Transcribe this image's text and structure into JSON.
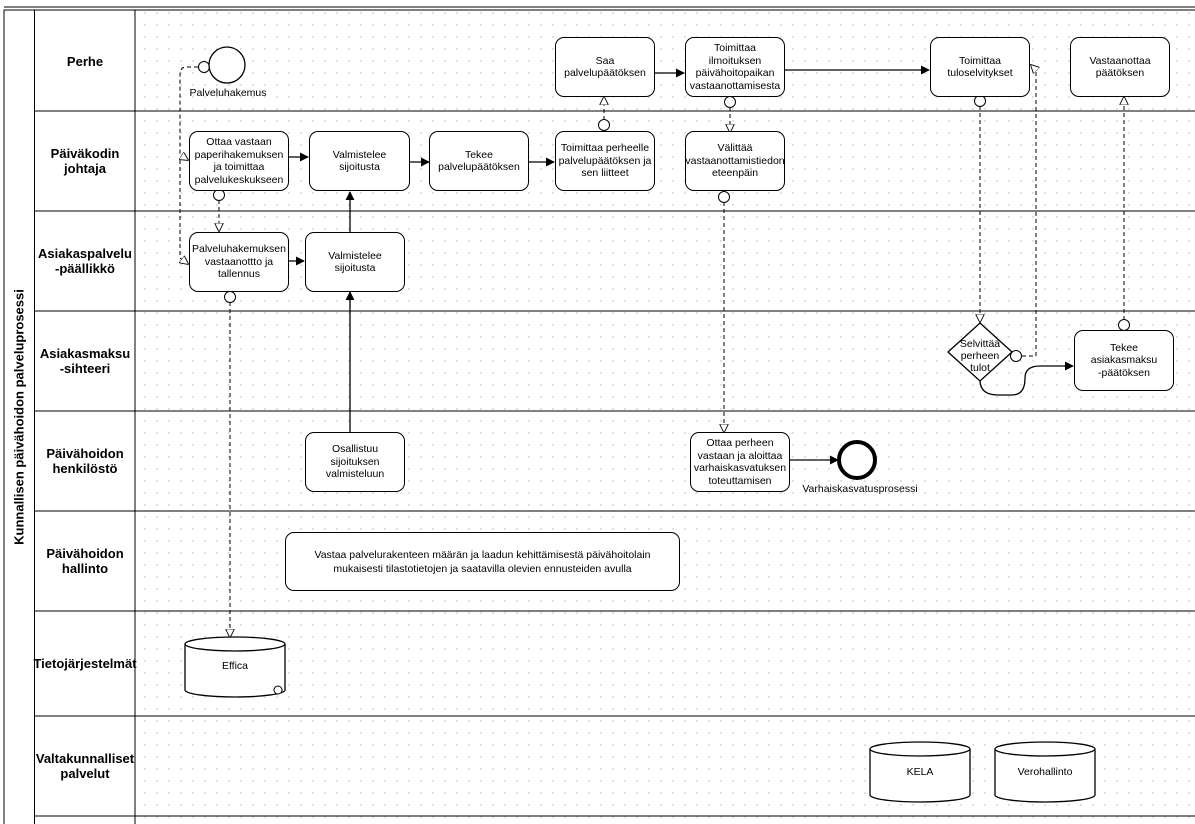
{
  "pool": {
    "title": "Kunnallisen päivähoidon palveluprosessi"
  },
  "lanes": [
    "Perhe",
    "Päiväkodin\njohtaja",
    "Asiakaspalvelu\n-päällikkö",
    "Asiakasmaksu\n-sihteeri",
    "Päivähoidon\nhenkilöstö",
    "Päivähoidon\nhallinto",
    "Tietojärjestelmät",
    "Valtakunnalliset\npalvelut"
  ],
  "events": {
    "start": "Palveluhakemus",
    "end": "Varhaiskasvatusprosessi"
  },
  "tasks": {
    "saa": "Saa\npalvelupäätöksen",
    "toimittaa_ilmoituksen": "Toimittaa\nilmoituksen\npäivähoitopaikan\nvastaanottamisesta",
    "toimittaa_tuloselvitykset": "Toimittaa\ntuloselvitykset",
    "vastaanottaa_paatoksen": "Vastaanottaa\npäätöksen",
    "ottaa_vastaan": "Ottaa vastaan\npaperihakemuksen\nja toimittaa\npalvelukeskukseen",
    "valmistelee_1": "Valmistelee\nsijoitusta",
    "tekee_palvelupaatoksen": "Tekee\npalvelupäätöksen",
    "toimittaa_perheelle": "Toimittaa perheelle\npalvelupäätöksen ja\nsen liitteet",
    "valittaa": "Välittää\nvastaanottamistiedon\neteenpäin",
    "palveluhakemuksen": "Palveluhakemuksen\nvastaanottto ja\ntallennus",
    "valmistelee_2": "Valmistelee\nsijoitusta",
    "tekee_asiakasmaksu": "Tekee asiakasmaksu\n-päätöksen",
    "osallistuu": "Osallistuu\nsijoituksen\nvalmisteluun",
    "ottaa_perheen": "Ottaa perheen\nvastaan ja aloittaa\nvarhaiskasvatuksen\ntoteuttamisen"
  },
  "gateway": "Selvittää\nperheen\ntulot",
  "note": "Vastaa palvelurakenteen määrän ja laadun kehittämisestä päivähoitolain\nmukaisesti tilastotietojen ja saatavilla olevien ennusteiden avulla",
  "datastores": {
    "effica": "Effica",
    "kela": "KELA",
    "verohallinto": "Verohallinto"
  }
}
